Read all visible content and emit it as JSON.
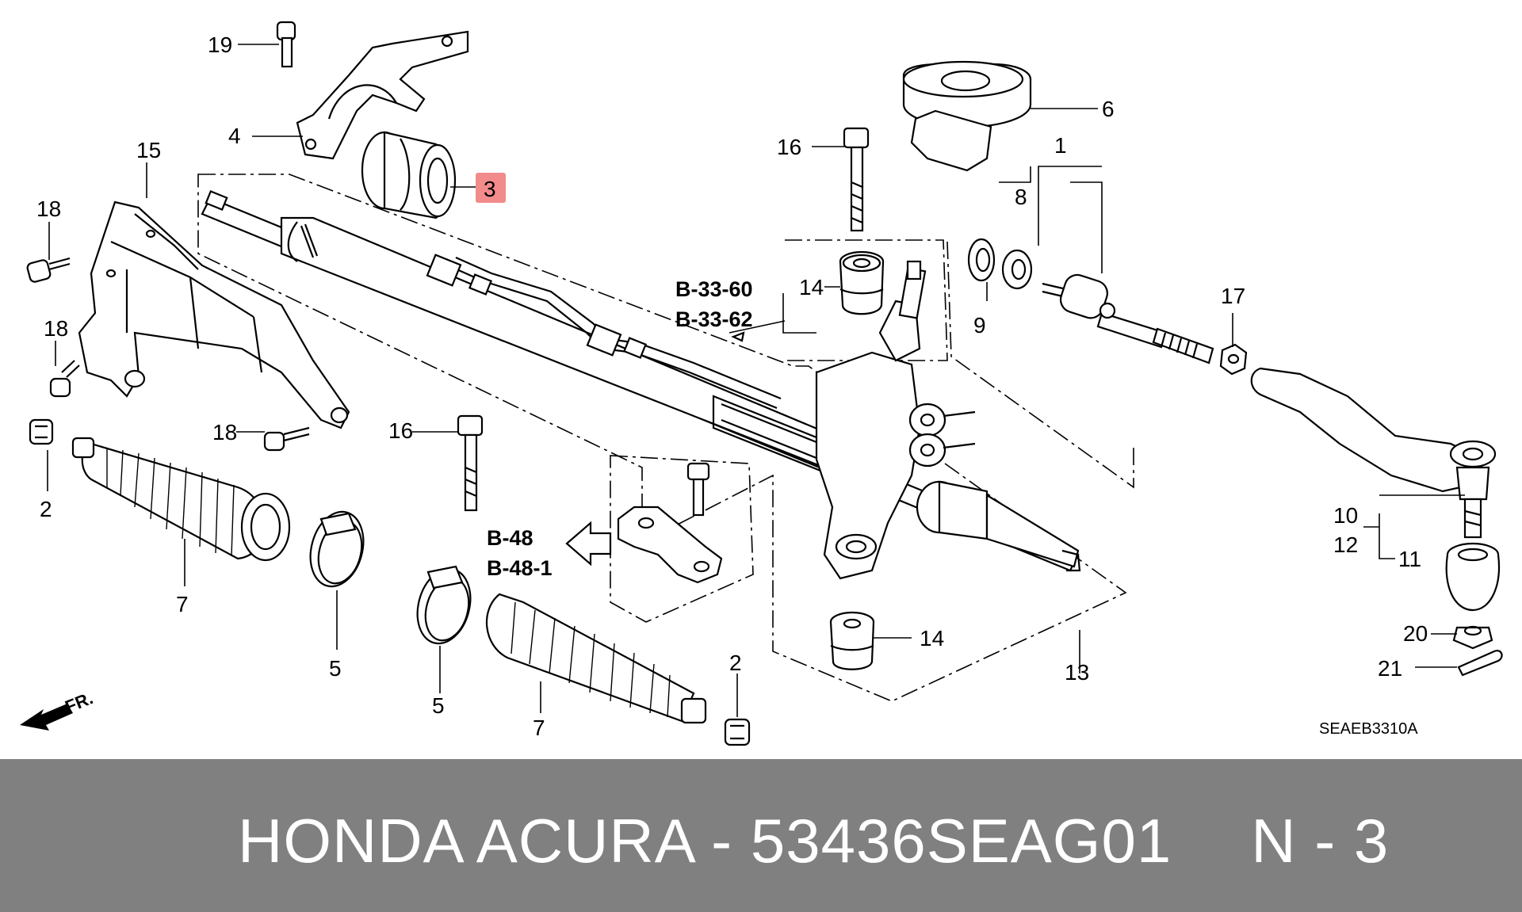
{
  "caption": {
    "brand": "HONDA ACURA",
    "separator": " - ",
    "part_number": "53436SEAG01",
    "position": "N - 3"
  },
  "diagram": {
    "code": "SEAEB3310A",
    "direction_label": "FR.",
    "highlight_color": "#f28b8b",
    "callouts": {
      "c1": "1",
      "c2a": "2",
      "c2b": "2",
      "c3": "3",
      "c4": "4",
      "c5a": "5",
      "c5b": "5",
      "c6": "6",
      "c7a": "7",
      "c7b": "7",
      "c8": "8",
      "c9": "9",
      "c10": "10",
      "c11": "11",
      "c12": "12",
      "c13": "13",
      "c14a": "14",
      "c14b": "14",
      "c15": "15",
      "c16a": "16",
      "c16b": "16",
      "c17": "17",
      "c18a": "18",
      "c18b": "18",
      "c18c": "18",
      "c19": "19",
      "c20": "20",
      "c21": "21"
    },
    "refs": {
      "r1": "B-33-60",
      "r2": "B-33-62",
      "r3": "B-48",
      "r4": "B-48-1"
    }
  }
}
